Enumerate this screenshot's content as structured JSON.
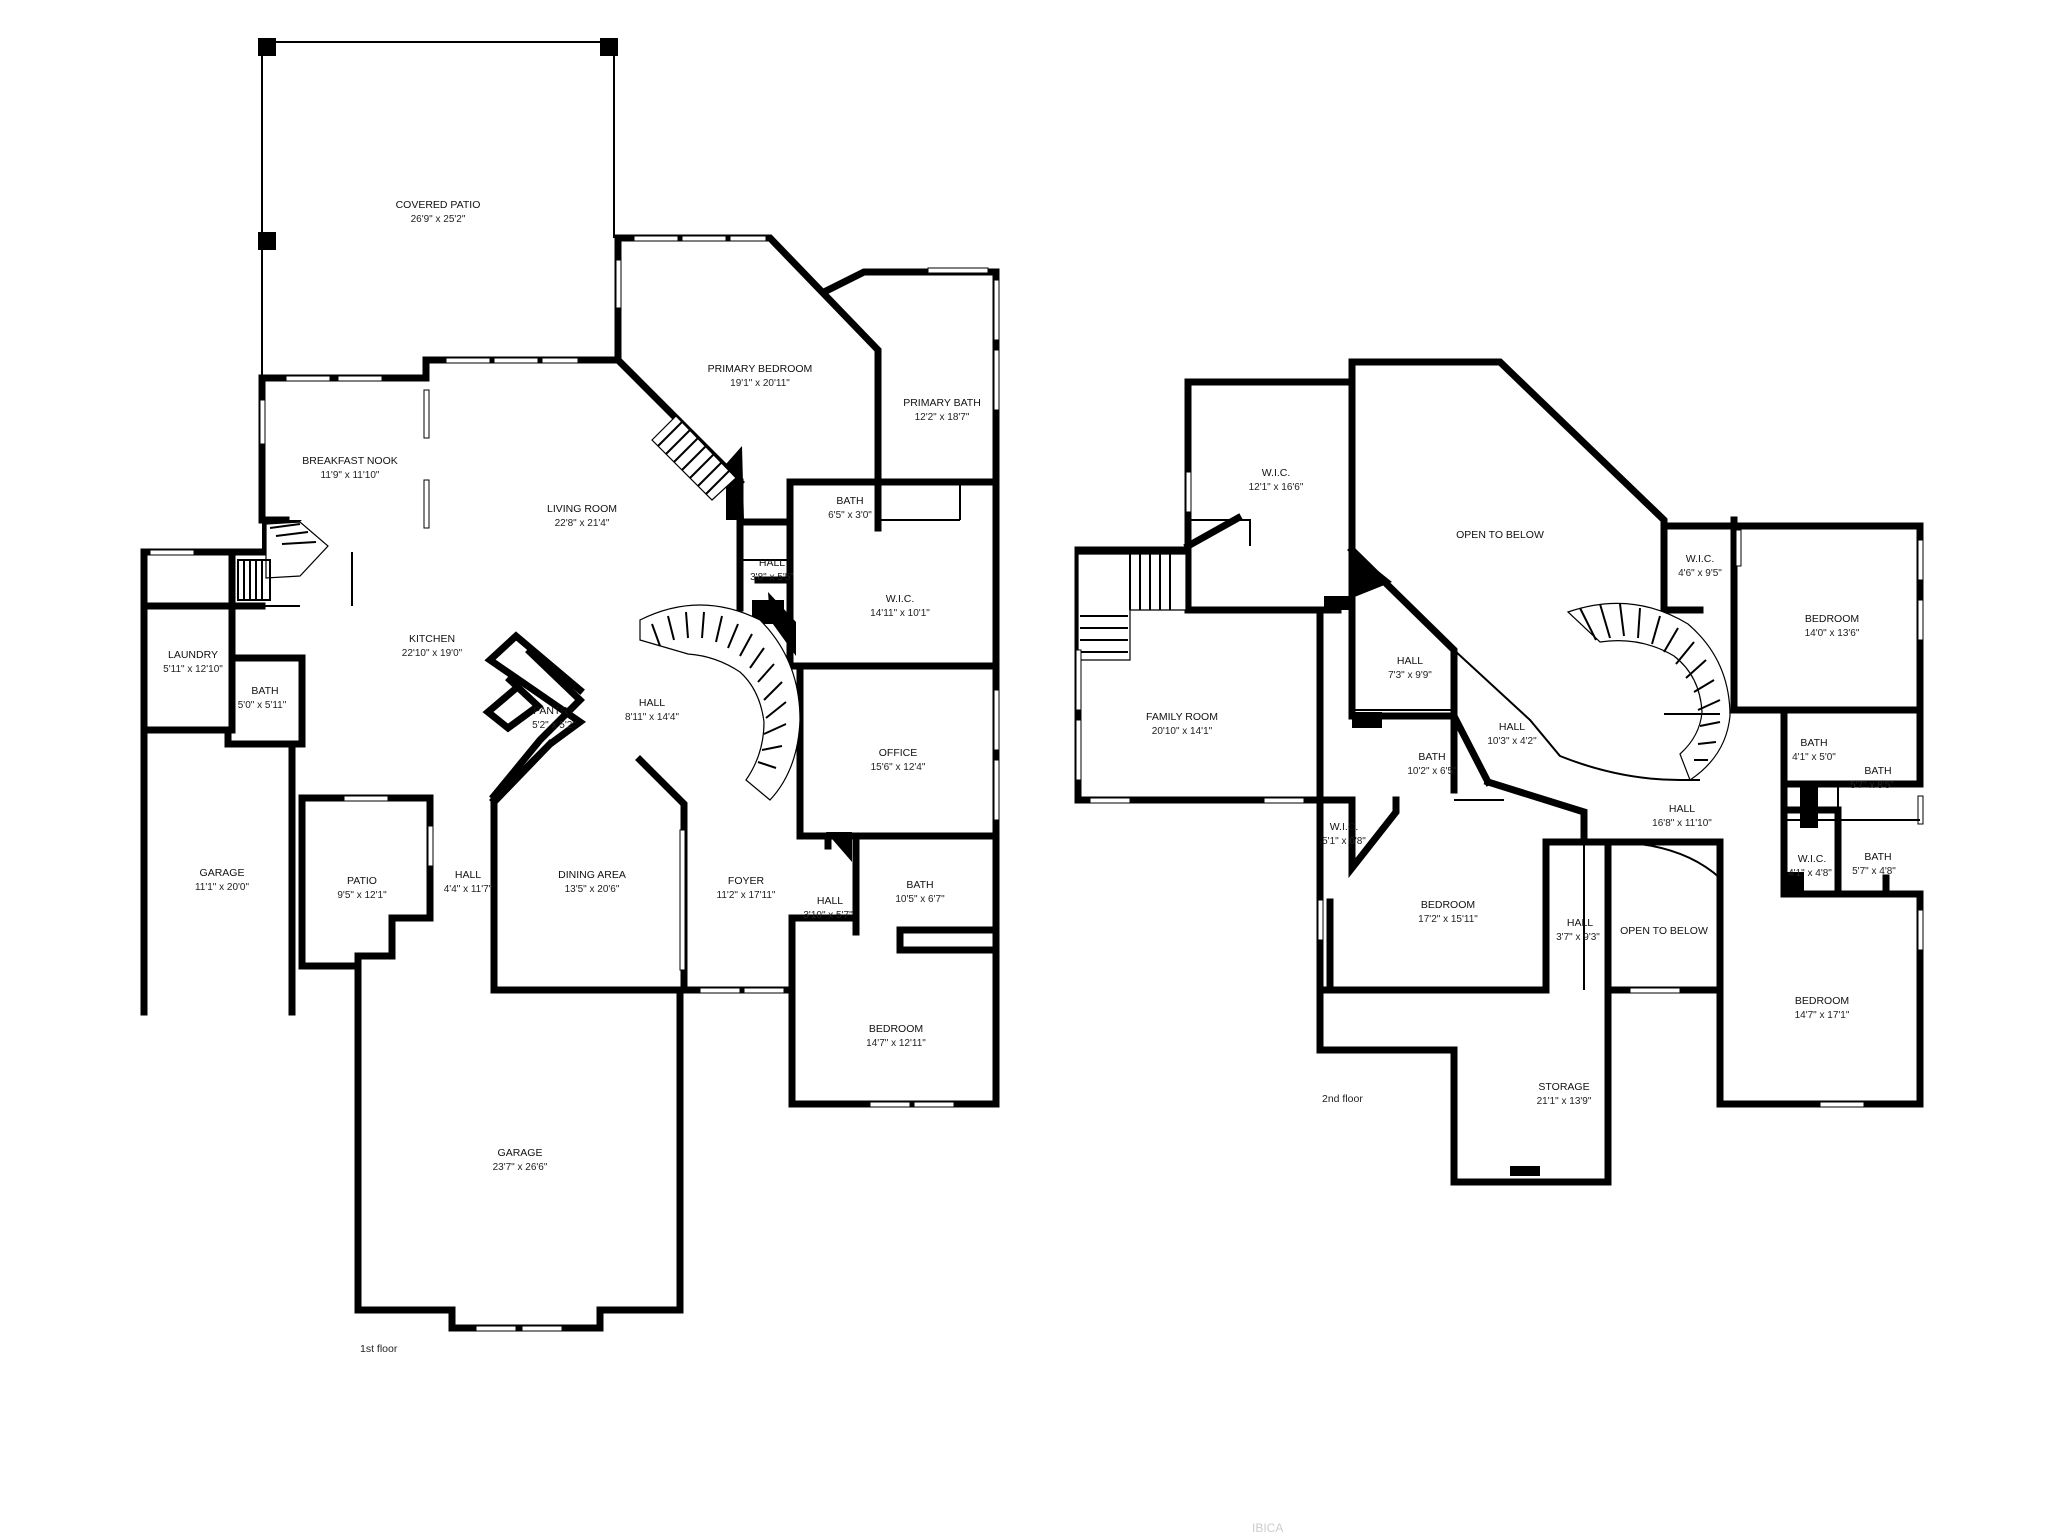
{
  "floors": [
    {
      "label": "1st floor"
    },
    {
      "label": "2nd floor"
    }
  ],
  "rooms": [
    {
      "name": "COVERED PATIO",
      "dims": "26'9\" x 25'2\""
    },
    {
      "name": "PRIMARY BEDROOM",
      "dims": "19'1\" x 20'11\""
    },
    {
      "name": "PRIMARY BATH",
      "dims": "12'2\" x 18'7\""
    },
    {
      "name": "BREAKFAST NOOK",
      "dims": "11'9\" x 11'10\""
    },
    {
      "name": "LIVING ROOM",
      "dims": "22'8\" x 21'4\""
    },
    {
      "name": "BATH",
      "dims": "6'5\" x 3'0\""
    },
    {
      "name": "HALL",
      "dims": "3'8\" x 5'5\""
    },
    {
      "name": "W.I.C.",
      "dims": "14'11\" x 10'1\""
    },
    {
      "name": "KITCHEN",
      "dims": "22'10\" x 19'0\""
    },
    {
      "name": "LAUNDRY",
      "dims": "5'11\" x 12'10\""
    },
    {
      "name": "BATH",
      "dims": "5'0\" x 5'11\""
    },
    {
      "name": "PANTRY",
      "dims": "5'2\" x 5'2\""
    },
    {
      "name": "HALL",
      "dims": "8'11\" x 14'4\""
    },
    {
      "name": "OFFICE",
      "dims": "15'6\" x 12'4\""
    },
    {
      "name": "GARAGE",
      "dims": "11'1\" x 20'0\""
    },
    {
      "name": "PATIO",
      "dims": "9'5\" x 12'1\""
    },
    {
      "name": "HALL",
      "dims": "4'4\" x 11'7\""
    },
    {
      "name": "DINING AREA",
      "dims": "13'5\" x 20'6\""
    },
    {
      "name": "FOYER",
      "dims": "11'2\" x 17'11\""
    },
    {
      "name": "HALL",
      "dims": "3'10\" x 5'7\""
    },
    {
      "name": "BATH",
      "dims": "10'5\" x 6'7\""
    },
    {
      "name": "BEDROOM",
      "dims": "14'7\" x 12'11\""
    },
    {
      "name": "GARAGE",
      "dims": "23'7\" x 26'6\""
    },
    {
      "name": "W.I.C.",
      "dims": "12'1\" x 16'6\""
    },
    {
      "name": "OPEN TO BELOW",
      "dims": ""
    },
    {
      "name": "W.I.C.",
      "dims": "4'6\" x 9'5\""
    },
    {
      "name": "BEDROOM",
      "dims": "14'0\" x 13'6\""
    },
    {
      "name": "HALL",
      "dims": "7'3\" x 9'9\""
    },
    {
      "name": "FAMILY ROOM",
      "dims": "20'10\" x 14'1\""
    },
    {
      "name": "HALL",
      "dims": "10'3\" x 4'2\""
    },
    {
      "name": "BATH",
      "dims": "10'2\" x 6'5\""
    },
    {
      "name": "BATH",
      "dims": "4'1\" x 5'0\""
    },
    {
      "name": "BATH",
      "dims": "5'7\" x 8'5\""
    },
    {
      "name": "HALL",
      "dims": "16'8\" x 11'10\""
    },
    {
      "name": "W.I.C.",
      "dims": "5'1\" x 6'8\""
    },
    {
      "name": "W.I.C.",
      "dims": "4'1\" x 4'8\""
    },
    {
      "name": "BATH",
      "dims": "5'7\" x 4'8\""
    },
    {
      "name": "BEDROOM",
      "dims": "17'2\" x 15'11\""
    },
    {
      "name": "HALL",
      "dims": "3'7\" x 9'3\""
    },
    {
      "name": "OPEN TO BELOW",
      "dims": ""
    },
    {
      "name": "BEDROOM",
      "dims": "14'7\" x 17'1\""
    },
    {
      "name": "STORAGE",
      "dims": "21'1\" x 13'9\""
    }
  ],
  "watermark": "IBICA",
  "colors": {
    "walls": "#000000",
    "background": "#ffffff"
  }
}
